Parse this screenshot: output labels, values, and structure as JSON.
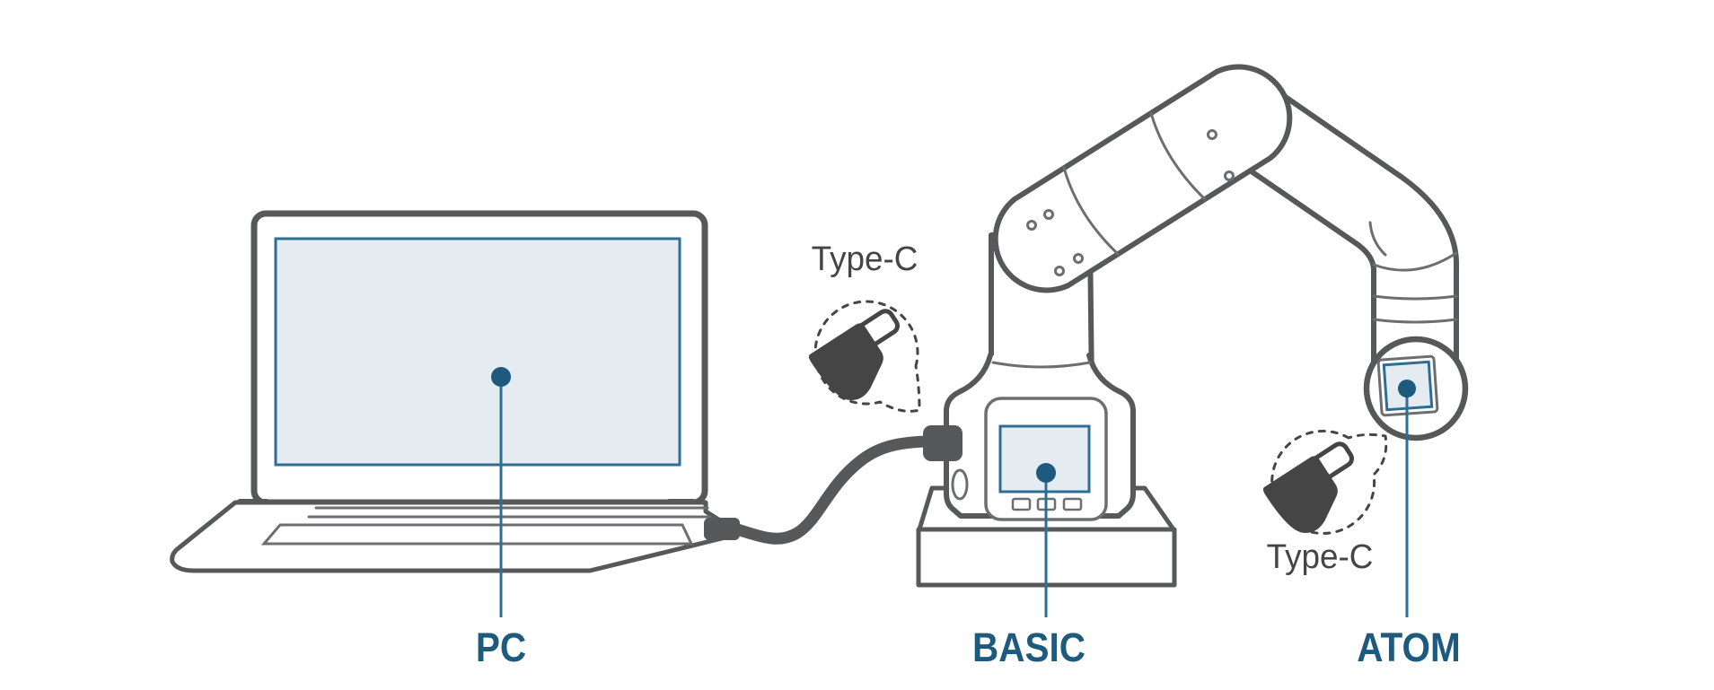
{
  "diagram": {
    "description": "Connection diagram: PC linked by USB Type-C cable to robot arm BASIC base, with Type-C port also on ATOM end effector",
    "labels": {
      "pc": "PC",
      "basic": "BASIC",
      "atom": "ATOM",
      "type_c_left": "Type-C",
      "type_c_right": "Type-C"
    },
    "colors": {
      "outline_gray": "#57585a",
      "detail_gray": "#6d6e70",
      "icon_gray": "#454546",
      "label_blue": "#1d5a7d",
      "line_blue": "#2e6e94",
      "screen_fill": "#e4ecf1",
      "background": "#ffffff"
    },
    "icons": {
      "left_callout": "usb-type-c-plug-icon",
      "right_callout": "usb-type-c-plug-icon"
    }
  }
}
